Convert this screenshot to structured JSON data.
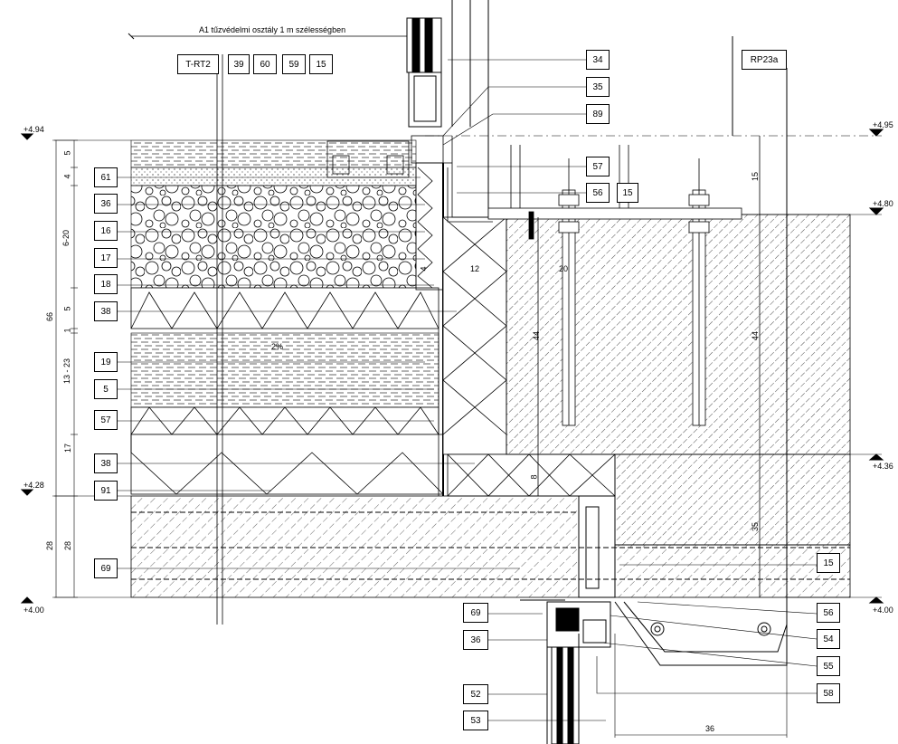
{
  "note_top": "A1 tűzvédelmi osztály 1 m szélességben",
  "header_tags": [
    "T-RT2",
    "39",
    "60",
    "59",
    "15"
  ],
  "tag_rp": "RP23a",
  "left_tags": [
    "61",
    "36",
    "16",
    "17",
    "18",
    "38",
    "19",
    "5",
    "57",
    "38",
    "91",
    "69"
  ],
  "right_tags_upper": [
    "34",
    "35",
    "89",
    "57",
    "56",
    "15"
  ],
  "right_tags_lower": [
    "15",
    "56",
    "54",
    "55",
    "58"
  ],
  "bottom_tags": [
    "69",
    "36",
    "52",
    "53"
  ],
  "levels": {
    "l494": "+4.94",
    "l428": "+4.28",
    "l400_left": "+4.00",
    "r495": "+4.95",
    "r480": "+4.80",
    "r436": "+4.36",
    "r400": "+4.00"
  },
  "dims_left_inner": [
    "5",
    "4",
    "6-20",
    "5",
    "1",
    "13 - 23",
    "17",
    "28"
  ],
  "dims_left_outer": [
    "66",
    "28"
  ],
  "dims_misc": {
    "d12": "12",
    "d20": "20",
    "d44a": "44",
    "d44b": "44",
    "d15": "15",
    "d8": "8",
    "d35": "35",
    "d36": "36",
    "slope": "2%",
    "d4": "4"
  }
}
